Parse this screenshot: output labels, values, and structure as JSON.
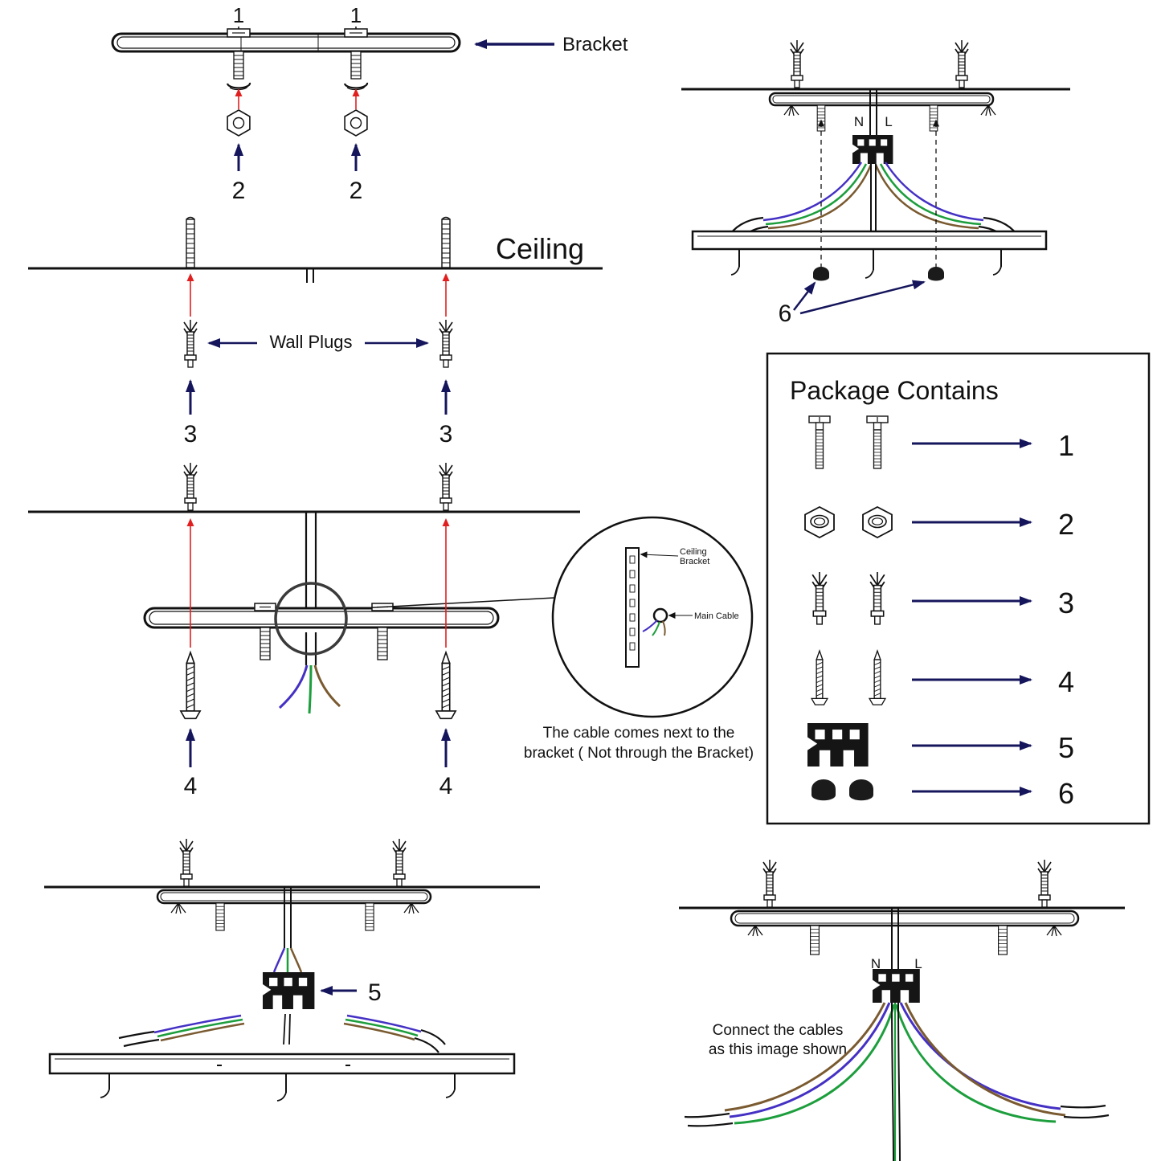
{
  "meta": {
    "type": "light-fixture-bracket-installation-diagram"
  },
  "colors": {
    "ink": "#111111",
    "arrow_navy": "#15155c",
    "arrow_red": "#e02020",
    "wire_blue": "#4431c4",
    "wire_green": "#1d9e3d",
    "wire_brown": "#7a5a30"
  },
  "parts": {
    "one": "1",
    "two": "2",
    "three": "3",
    "four": "4",
    "five": "5",
    "six": "6"
  },
  "labels": {
    "bracket": "Bracket",
    "ceiling": "Ceiling",
    "wall_plugs": "Wall Plugs"
  },
  "inset": {
    "bracket_line1": "Ceiling",
    "bracket_line2": "Bracket",
    "main_cable": "Main Cable",
    "note_line1": "The cable comes next to the",
    "note_line2": "bracket ( Not through the Bracket)"
  },
  "terminals": {
    "n": "N",
    "l": "L"
  },
  "package": {
    "title": "Package Contains",
    "items": [
      {
        "num": "1",
        "icon": "machine-screw-icon"
      },
      {
        "num": "2",
        "icon": "hex-nut-icon"
      },
      {
        "num": "3",
        "icon": "wall-plug-icon"
      },
      {
        "num": "4",
        "icon": "wood-screw-icon"
      },
      {
        "num": "5",
        "icon": "terminal-connector-icon"
      },
      {
        "num": "6",
        "icon": "end-cap-icon"
      }
    ]
  },
  "notes": {
    "connect_line1": "Connect the cables",
    "connect_line2": "as this image shown"
  }
}
